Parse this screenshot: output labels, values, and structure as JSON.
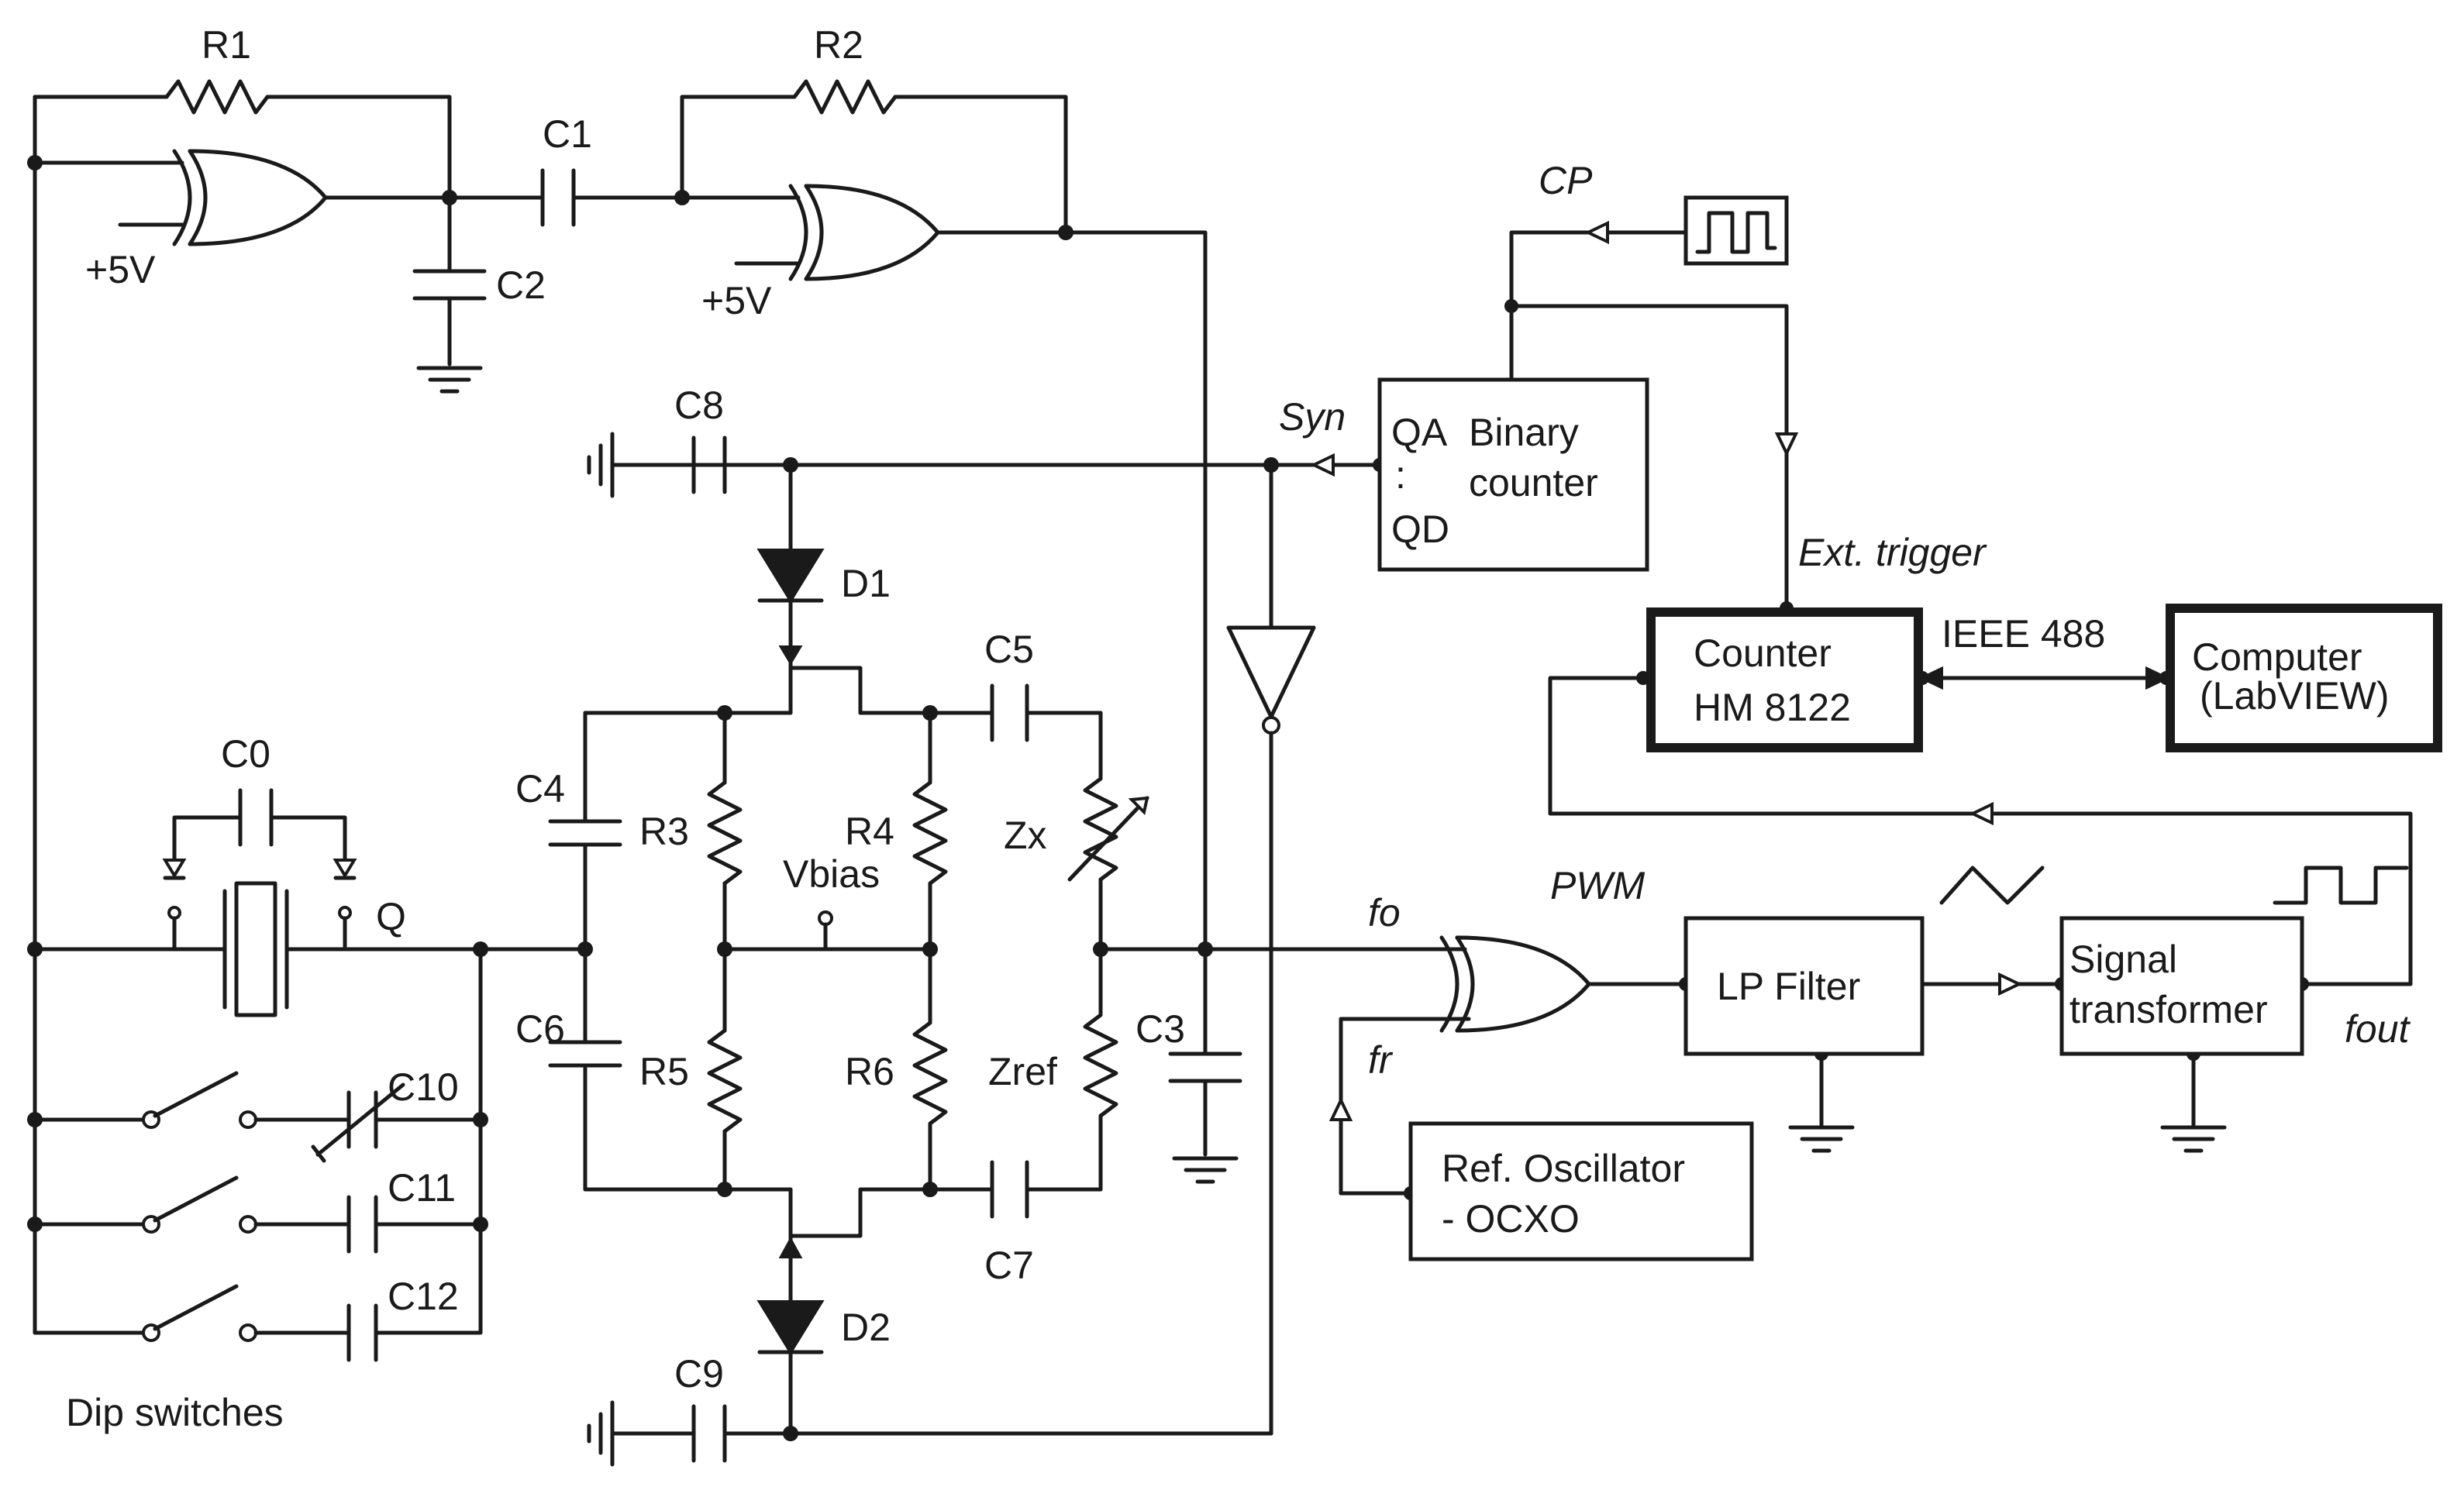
{
  "labels": {
    "r1": "R1",
    "r2": "R2",
    "r3": "R3",
    "r4": "R4",
    "r5": "R5",
    "r6": "R6",
    "c0": "C0",
    "c1": "C1",
    "c2": "C2",
    "c3": "C3",
    "c4": "C4",
    "c5": "C5",
    "c6": "C6",
    "c7": "C7",
    "c8": "C8",
    "c9": "C9",
    "c10": "C10",
    "c11": "C11",
    "c12": "C12",
    "d1": "D1",
    "d2": "D2",
    "plus5v_1": "+5V",
    "plus5v_2": "+5V",
    "q": "Q",
    "vbias": "Vbias",
    "zx": "Zx",
    "zref": "Zref",
    "dip_switches": "Dip switches",
    "cp": "CP",
    "syn": "Syn",
    "ext_trigger": "Ext. trigger",
    "ieee": "IEEE 488",
    "fo": "fo",
    "fr": "fr",
    "pwm": "PWM",
    "fout": "fout"
  },
  "blocks": {
    "binary_counter": {
      "line1_a": "QA",
      "line1_b": "Binary",
      "line2_a": ":",
      "line2_b": "counter",
      "line3": "QD"
    },
    "counter": {
      "line1": "Counter",
      "line2": "HM 8122"
    },
    "computer": {
      "line1": "Computer",
      "line2": "(LabVIEW)"
    },
    "lp_filter": "LP Filter",
    "signal_transformer": {
      "line1": "Signal",
      "line2": "transformer"
    },
    "ref_oscillator": {
      "line1": "Ref. Oscillator",
      "line2": "- OCXO"
    }
  }
}
